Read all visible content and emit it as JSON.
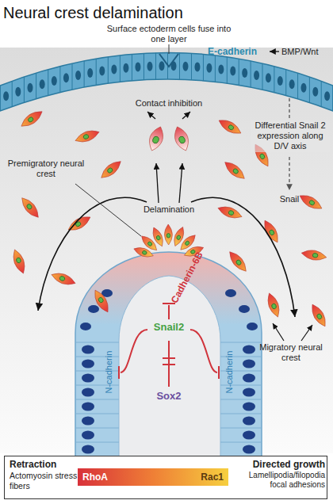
{
  "diagram": {
    "title": "Neural crest delamination",
    "nodes": [
      {
        "text": [
          "Retraction",
          "Actomyosin stress fibers",
          "Directed growth",
          "Lamellipodia/filopodia focal adhesions"
        ]
      },
      {
        "text": [
          "RhoA",
          "Rac1"
        ],
        "in": 0
      }
    ],
    "labels": [
      "Surface ectoderm cells fuse into one layer",
      "E-cadherin",
      "BMP/Wnt",
      "Contact inhibition",
      "Differential Snail 2 expression along D/V axis",
      "Snail",
      "Premigratory neural crest",
      "Delamination",
      "Cadherin-6B",
      "Snail2",
      "N-cadherin",
      "Migratory neural crest",
      "N-cadherin",
      "Sox2"
    ]
  }
}
